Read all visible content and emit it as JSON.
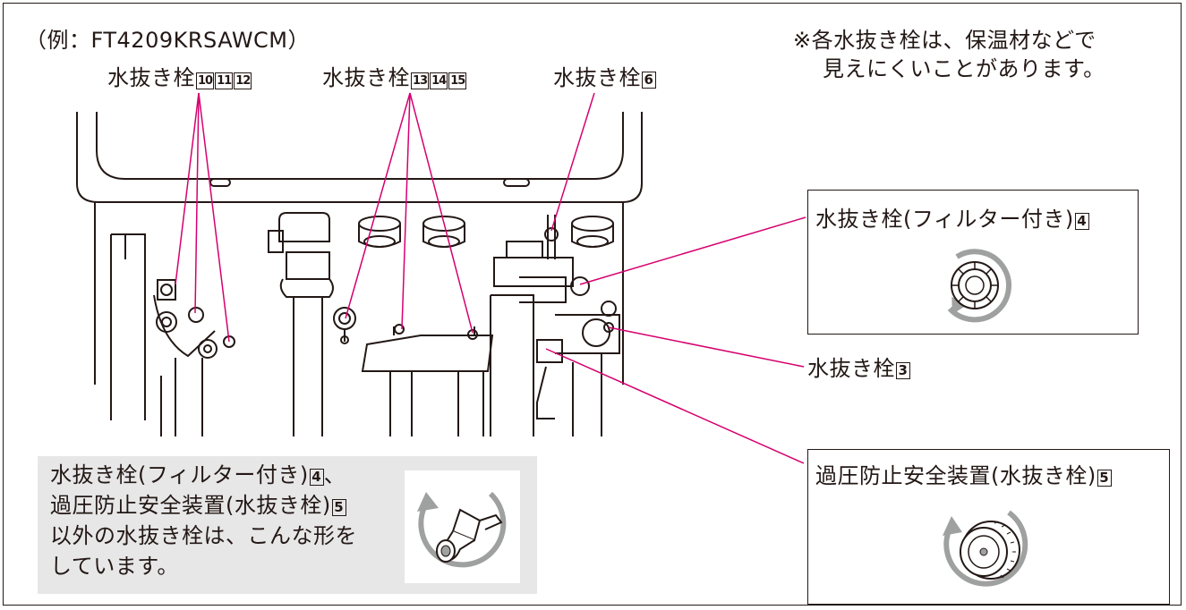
{
  "example_label": "（例：FT4209KRSAWCM）",
  "visibility_note": {
    "line1": "※各水抜き栓は、保温材などで",
    "line2": "見えにくいことがあります。"
  },
  "top_labels": {
    "group_a": {
      "text": "水抜き栓",
      "nums": [
        "10",
        "11",
        "12"
      ]
    },
    "group_b": {
      "text": "水抜き栓",
      "nums": [
        "13",
        "14",
        "15"
      ]
    },
    "single": {
      "text": "水抜き栓",
      "num": "6"
    }
  },
  "callouts": {
    "filter_plug": {
      "text": "水抜き栓(フィルター付き)",
      "num": "4"
    },
    "plug3": {
      "text": "水抜き栓",
      "num": "3"
    },
    "relief_valve": {
      "text": "過圧防止安全装置(水抜き栓)",
      "num": "5"
    }
  },
  "bottom_note": {
    "line1_text": "水抜き栓(フィルター付き)",
    "line1_num": "4",
    "line1_tail": "、",
    "line2_text": "過圧防止安全装置(水抜き栓)",
    "line2_num": "5",
    "line3": "以外の水抜き栓は、こんな形を",
    "line4": "しています。"
  },
  "colors": {
    "leader": "#d6006f",
    "line": "#231815",
    "gray_arrow": "#9fa0a0",
    "note_bg": "#e7e7e8"
  }
}
